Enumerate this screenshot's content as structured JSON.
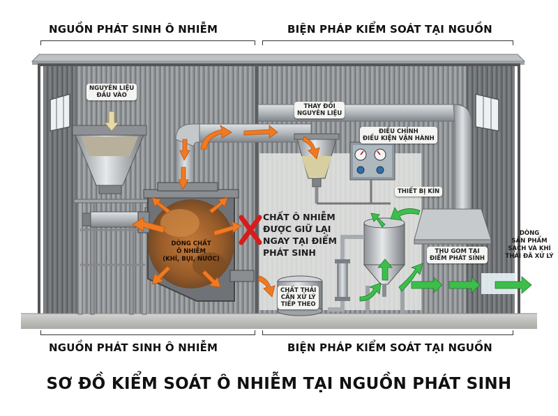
{
  "headers": {
    "top_left": "NGUỒN PHÁT SINH Ô NHIỄM",
    "top_right": "BIỆN PHÁP KIỂM SOÁT TẠI NGUỒN",
    "bottom_left": "NGUỒN PHÁT SINH Ô NHIỄM",
    "bottom_right": "BIỆN PHÁP KIỂM SOÁT TẠI NGUỒN"
  },
  "labels": {
    "raw_material": [
      "NGUYÊN LIỆU",
      "ĐẦU VÀO"
    ],
    "change_material": [
      "THAY ĐỔI",
      "NGUYÊN LIỆU"
    ],
    "adjust_conditions": [
      "ĐIỀU CHỈNH",
      "ĐIỀU KIỆN VẬN HÀNH"
    ],
    "sealed_equipment": [
      "THIẾT BỊ KÍN"
    ],
    "collect_at_source": [
      "THU GOM TẠI",
      "ĐIỂM PHÁT SINH"
    ],
    "waste_next": [
      "CHẤT THẢI",
      "CẦN XỬ LÝ",
      "TIẾP THEO"
    ],
    "pollutant_flow": [
      "DÒNG CHẤT",
      "Ô NHIỄM",
      "(KHÍ, BỤI, NƯỚC)"
    ],
    "retained": [
      "CHẤT Ô NHIỄM",
      "ĐƯỢC GIỮ LẠI",
      "NGAY TẠI ĐIỂM",
      "PHÁT SINH"
    ],
    "clean_output": [
      "DÒNG",
      "SẢN PHẨM",
      "SẠCH VÀ KHÍ",
      "THẢI ĐÃ XỬ LÝ"
    ]
  },
  "title": "SƠ ĐỒ KIỂM SOÁT Ô NHIỄM TẠI NGUỒN PHÁT SINH",
  "colors": {
    "orange_arrow": "#f07a22",
    "green_arrow": "#3cbf4a",
    "stop_x": "#d81b1b",
    "pollutant_cloud": "#b8682a"
  }
}
